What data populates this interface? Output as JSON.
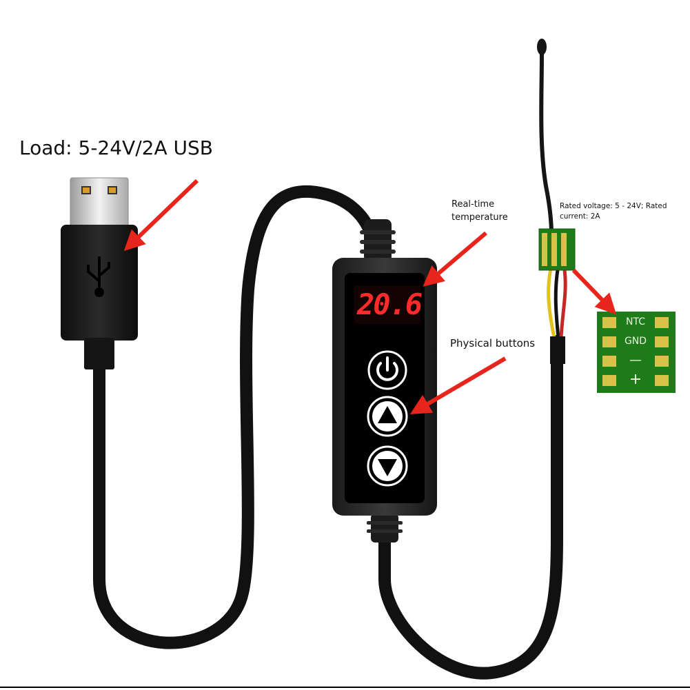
{
  "labels": {
    "load": "Load: 5-24V/2A USB",
    "realtime_line1": "Real-time",
    "realtime_line2": "temperature",
    "buttons": "Physical buttons",
    "rated": "Rated voltage: 5 - 24V; Rated current: 2A"
  },
  "display": {
    "temperature": "20.6"
  },
  "pcb": {
    "pads": [
      "NTC",
      "GND",
      "—",
      "+"
    ]
  },
  "colors": {
    "arrow": "#e8251c",
    "display_digits": "#ff2a2a",
    "pcb_green": "#1f7a1a",
    "pad_gold": "#d8c24a",
    "cable": "#111111"
  }
}
